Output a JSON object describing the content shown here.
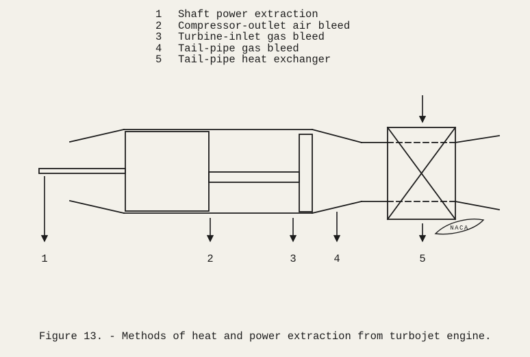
{
  "page": {
    "bg": "#f3f1ea",
    "ink": "#1c1c1c"
  },
  "legend": {
    "items": [
      {
        "num": "1",
        "label": "Shaft power extraction"
      },
      {
        "num": "2",
        "label": "Compressor-outlet air bleed"
      },
      {
        "num": "3",
        "label": "Turbine-inlet gas bleed"
      },
      {
        "num": "4",
        "label": "Tail-pipe gas bleed"
      },
      {
        "num": "5",
        "label": "Tail-pipe heat exchanger"
      }
    ]
  },
  "diagram": {
    "callouts": [
      {
        "num": "1"
      },
      {
        "num": "2"
      },
      {
        "num": "3"
      },
      {
        "num": "4"
      },
      {
        "num": "5"
      }
    ],
    "logo": {
      "text": "NACA"
    }
  },
  "caption": {
    "text": "Figure 13. - Methods of heat and power extraction from turbojet engine."
  }
}
